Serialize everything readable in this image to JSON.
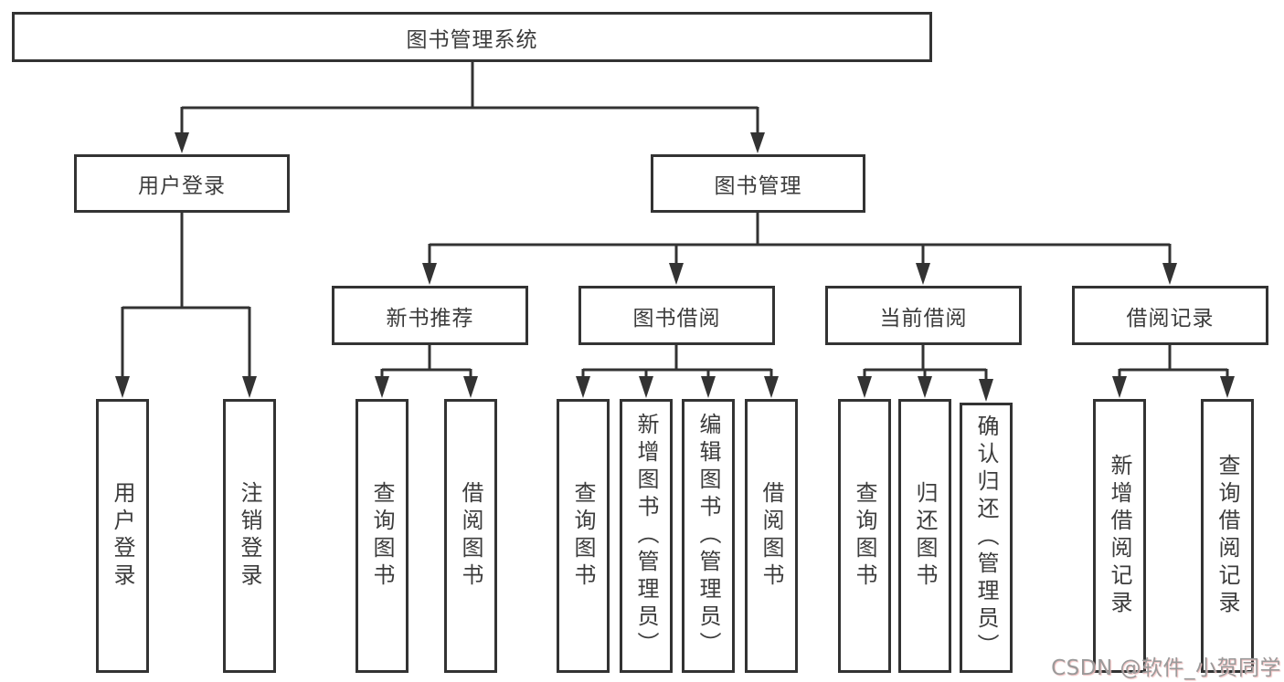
{
  "diagram": {
    "root": {
      "label": "图书管理系统"
    },
    "level1": [
      {
        "label": "用户登录"
      },
      {
        "label": "图书管理"
      }
    ],
    "level2": [
      {
        "label": "新书推荐"
      },
      {
        "label": "图书借阅"
      },
      {
        "label": "当前借阅"
      },
      {
        "label": "借阅记录"
      }
    ],
    "leaves": {
      "login": [
        "用户登录",
        "注销登录"
      ],
      "recommend": [
        "查询图书",
        "借阅图书"
      ],
      "borrow": [
        "查询图书",
        "新增图书（管理员）",
        "编辑图书（管理员）",
        "借阅图书"
      ],
      "current": [
        "查询图书",
        "归还图书",
        "确认归还（管理员）"
      ],
      "records": [
        "新增借阅记录",
        "查询借阅记录"
      ]
    }
  },
  "watermark": {
    "text": "CSDN @软件_小贺同学"
  },
  "colors": {
    "line": "#333333",
    "text": "#3c3c3c",
    "background": "#ffffff",
    "watermark": "#9a9a9a",
    "watermark_shadow": "#f3c1c1"
  }
}
